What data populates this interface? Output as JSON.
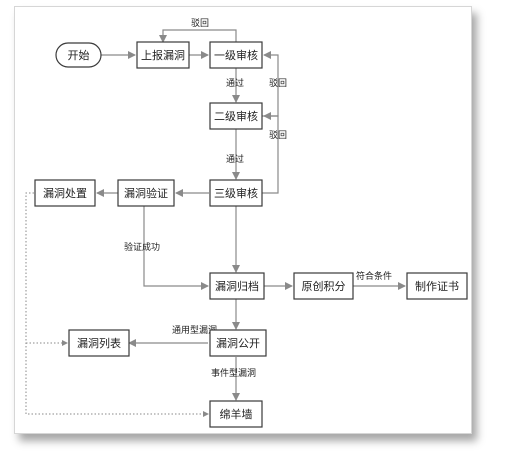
{
  "nodes": {
    "start": "开始",
    "report": "上报漏洞",
    "review1": "一级审核",
    "review2": "二级审核",
    "review3": "三级审核",
    "verify": "漏洞验证",
    "handle": "漏洞处置",
    "archive": "漏洞归档",
    "original_points": "原创积分",
    "certificate": "制作证书",
    "publish": "漏洞公开",
    "vuln_list": "漏洞列表",
    "goat_wall": "绵羊墙"
  },
  "edge_labels": {
    "reject_top": "驳回",
    "pass_1": "通过",
    "reject_2": "驳回",
    "pass_2": "通过",
    "reject_3": "驳回",
    "verify_success": "验证成功",
    "meets_conditions": "符合条件",
    "general_vuln": "通用型漏洞",
    "event_vuln": "事件型漏洞"
  },
  "colors": {
    "node_border": "#3a3a3a",
    "edge": "#8a8a8a",
    "text": "#222222"
  }
}
